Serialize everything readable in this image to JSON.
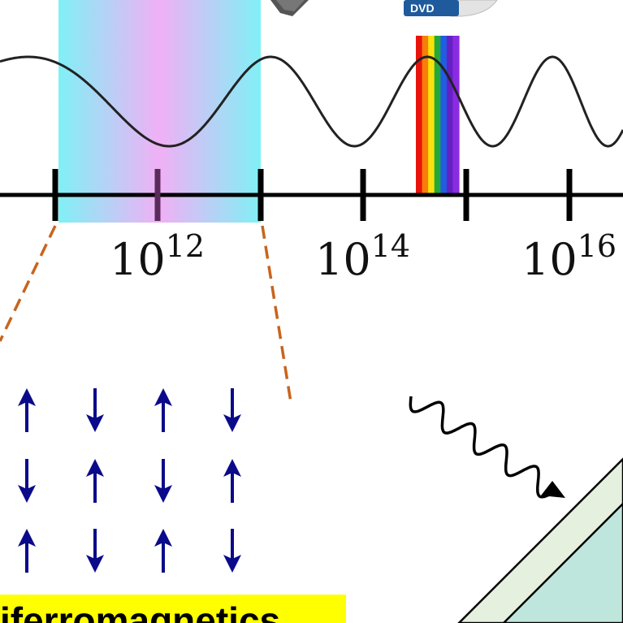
{
  "spectrum_axis": {
    "tick_labels": [
      {
        "base": "10",
        "exponent": "12"
      },
      {
        "base": "10",
        "exponent": "14"
      },
      {
        "base": "10",
        "exponent": "16"
      }
    ]
  },
  "icons": {
    "top_left": "cd-drive-icon",
    "top_right": "dvd-disc-icon",
    "dvd_label": "DVD"
  },
  "terahertz_band": {
    "gradient_colors": [
      "#80f0f5",
      "#f0b0f5",
      "#80f0f5"
    ]
  },
  "visible_band": {
    "colors": [
      "#e8140c",
      "#f97e09",
      "#f9e20c",
      "#24a83a",
      "#1f5ee3",
      "#6321c4",
      "#8a2be2"
    ]
  },
  "spin_lattice": {
    "rows": [
      [
        "up",
        "down",
        "up",
        "down"
      ],
      [
        "down",
        "up",
        "down",
        "up"
      ],
      [
        "up",
        "down",
        "up",
        "down"
      ]
    ],
    "arrow_color": "#0a0a8a"
  },
  "caption": {
    "text": "iferromagnetics",
    "highlight_color": "#ffff00"
  },
  "colors": {
    "wave": "#222222",
    "axis": "#000000",
    "dashed_lines": "#c8641e",
    "crystal_outer": "#e5f0de",
    "crystal_inner": "#bfe6dc"
  }
}
